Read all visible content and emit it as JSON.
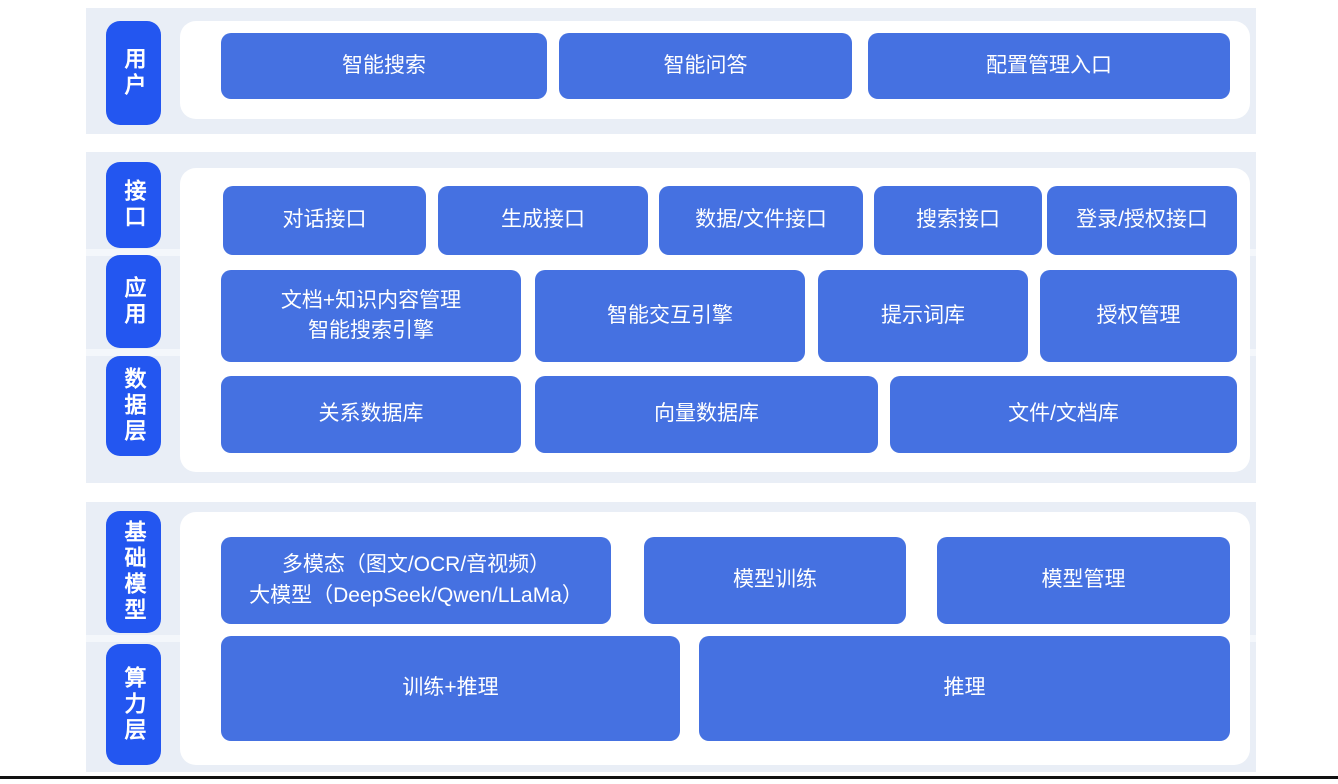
{
  "colors": {
    "section_background": "#e9eef6",
    "panel_background": "#ffffff",
    "layer_pill_blue": "#2356f0",
    "block_blue": "#4571e1",
    "text_white": "#ffffff",
    "bottom_divider": "#111111"
  },
  "sections": [
    {
      "id": "user-layer",
      "pills": [
        {
          "label": "用户"
        }
      ],
      "rows": [
        {
          "buttons": [
            {
              "label": "智能搜索"
            },
            {
              "label": "智能问答"
            },
            {
              "label": "配置管理入口"
            }
          ]
        }
      ]
    },
    {
      "id": "platform-layers",
      "pills": [
        {
          "label": "接口"
        },
        {
          "label": "应用"
        },
        {
          "label": "数据层"
        }
      ],
      "rows": [
        {
          "buttons": [
            {
              "label": "对话接口"
            },
            {
              "label": "生成接口"
            },
            {
              "label": "数据/文件接口"
            },
            {
              "label": "搜索接口"
            },
            {
              "label": "登录/授权接口"
            }
          ]
        },
        {
          "buttons": [
            {
              "label": "文档+知识内容管理\n智能搜索引擎"
            },
            {
              "label": "智能交互引擎"
            },
            {
              "label": "提示词库"
            },
            {
              "label": "授权管理"
            }
          ]
        },
        {
          "buttons": [
            {
              "label": "关系数据库"
            },
            {
              "label": "向量数据库"
            },
            {
              "label": "文件/文档库"
            }
          ]
        }
      ]
    },
    {
      "id": "foundation-layers",
      "pills": [
        {
          "label": "基础模型"
        },
        {
          "label": "算力层"
        }
      ],
      "rows": [
        {
          "buttons": [
            {
              "label": "多模态（图文/OCR/音视频）\n大模型（DeepSeek/Qwen/LLaMa）"
            },
            {
              "label": "模型训练"
            },
            {
              "label": "模型管理"
            }
          ]
        },
        {
          "buttons": [
            {
              "label": "训练+推理"
            },
            {
              "label": "推理"
            }
          ]
        }
      ]
    }
  ]
}
